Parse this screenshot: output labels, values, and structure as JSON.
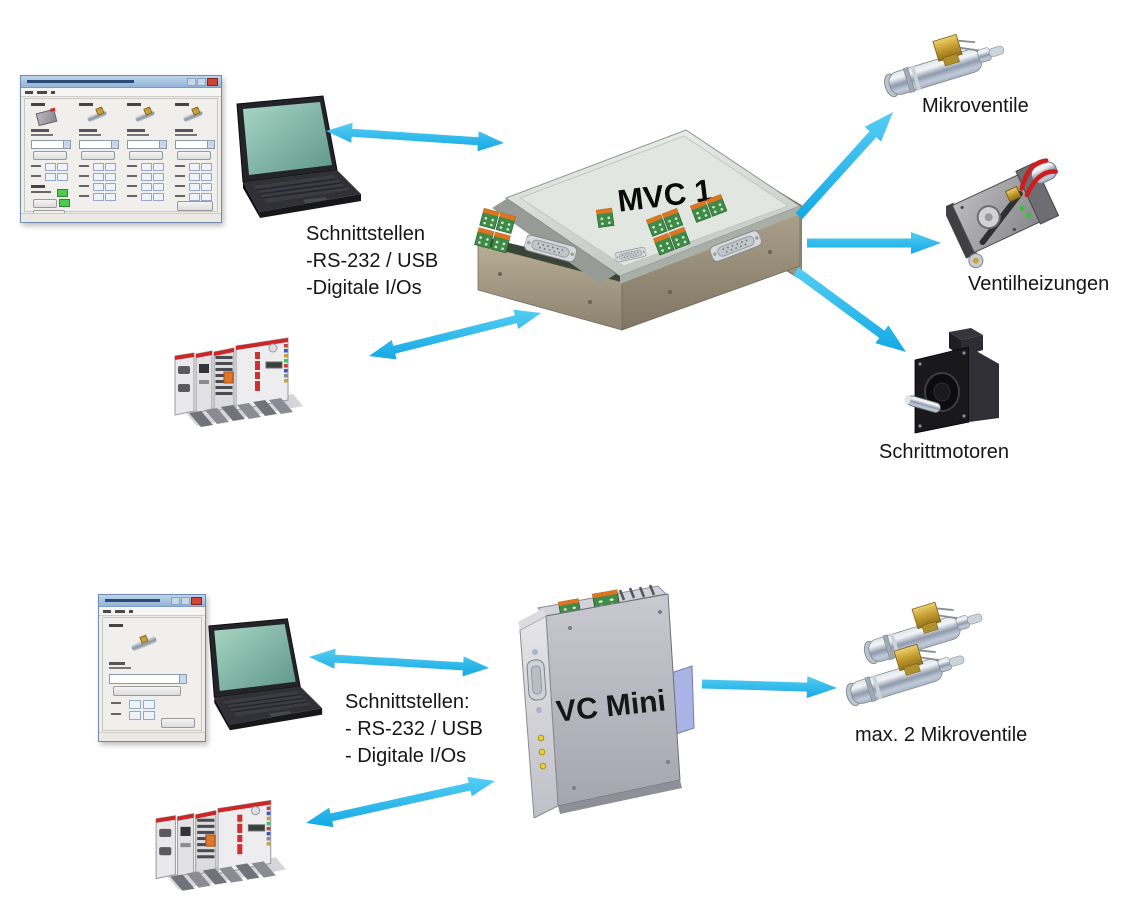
{
  "colors": {
    "arrow": "#29bdee",
    "label": "#151515"
  },
  "top_system": {
    "controller_label": "MVC 1",
    "interfaces": {
      "line1": "Schnittstellen",
      "line2": "-RS-232 / USB",
      "line3": "-Digitale I/Os"
    },
    "outputs": [
      {
        "label": "Mikroventile"
      },
      {
        "label": "Ventilheizungen"
      },
      {
        "label": "Schrittmotoren"
      }
    ]
  },
  "bottom_system": {
    "controller_label": "VC Mini",
    "interfaces": {
      "line1": "Schnittstellen:",
      "line2": "- RS-232 / USB",
      "line3": "- Digitale I/Os"
    },
    "outputs": [
      {
        "label": "max. 2 Mikroventile"
      }
    ]
  }
}
